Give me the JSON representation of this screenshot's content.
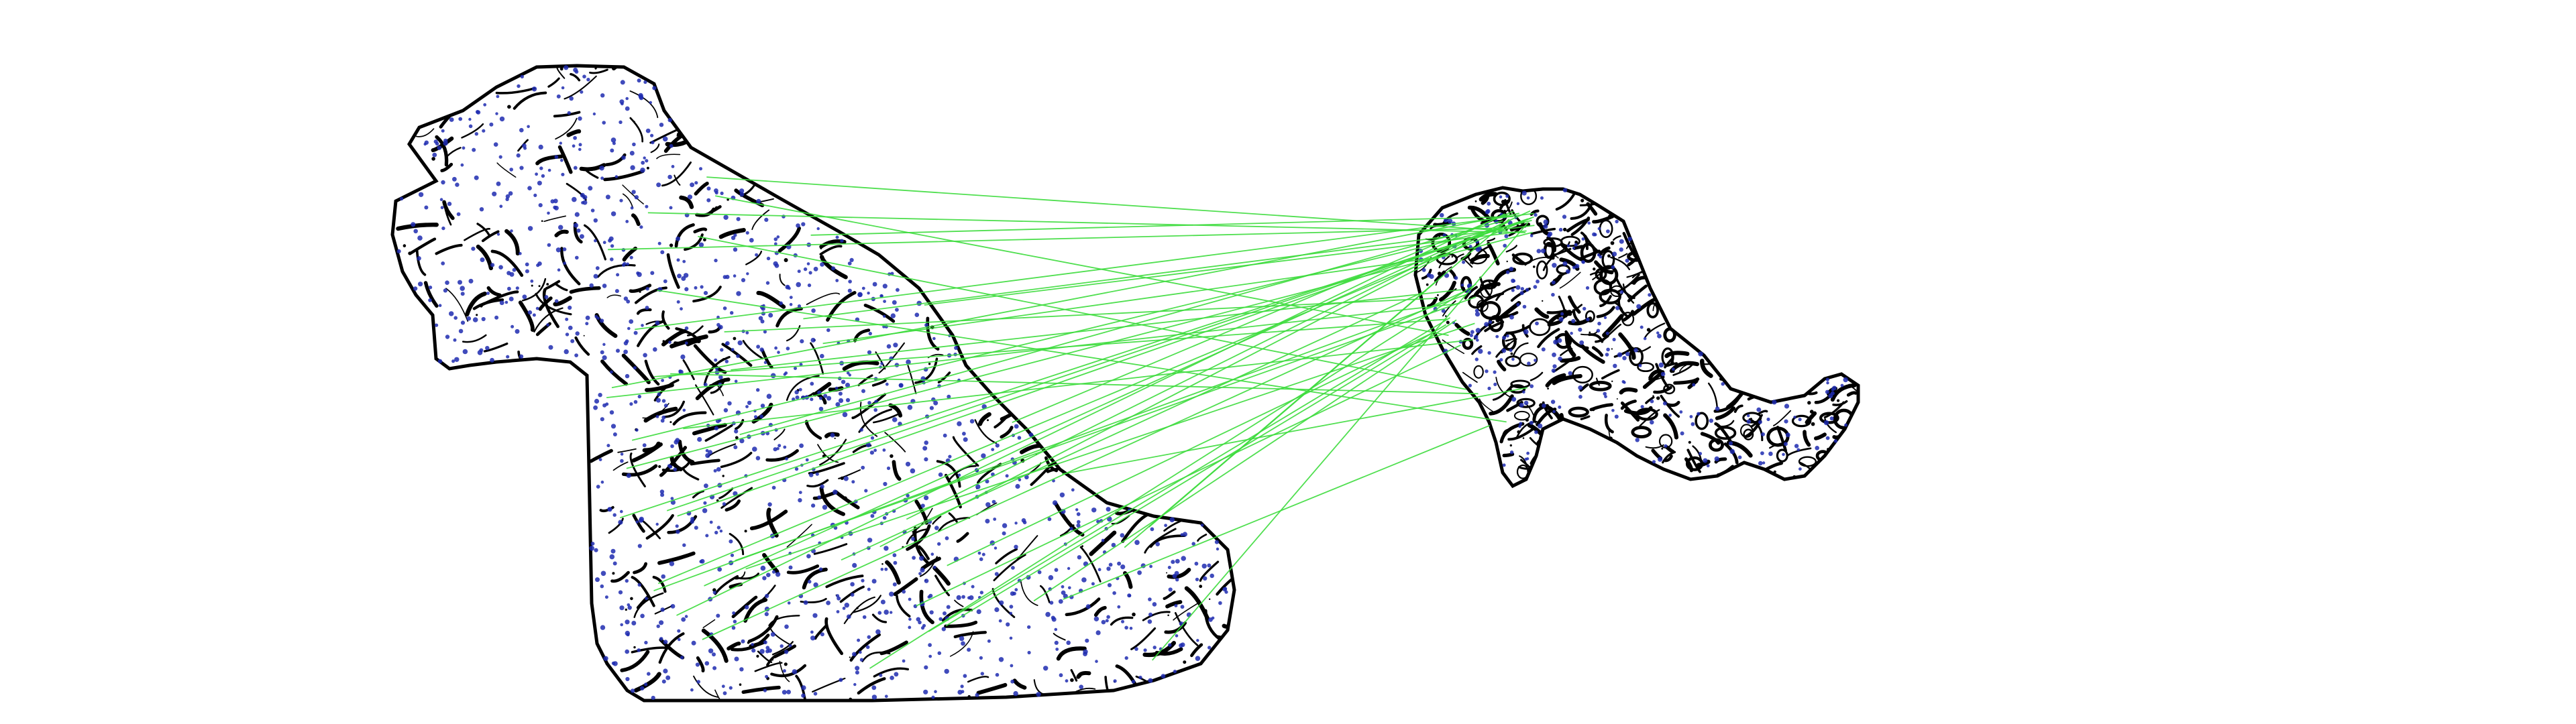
{
  "figure": {
    "kind": "keypoint-correspondence-visualization",
    "background_color": "#ffffff",
    "outline_color": "#000000",
    "texture_color": "#000000",
    "keypoint_color": "#1f2bb0",
    "match_line_color": "#3ddc3d",
    "left_shape": {
      "name": "leopard-silhouette-large",
      "keypoint_count": 1100,
      "texture_stroke_count": 360
    },
    "right_shape": {
      "name": "leopard-silhouette-small",
      "keypoint_count": 260,
      "texture_stroke_count": 240
    },
    "match_count": 46
  }
}
